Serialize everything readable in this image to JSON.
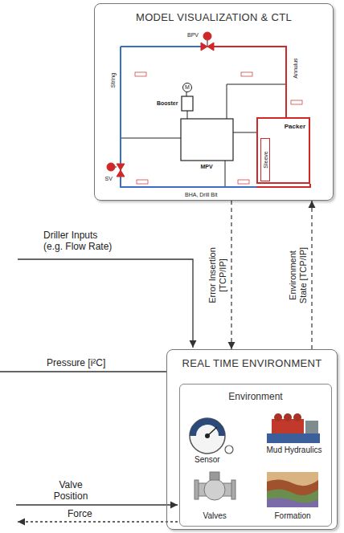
{
  "diagram": {
    "nodes": [
      {
        "text": [
          "MODEL VISUALIZATION & CTL"
        ]
      },
      {
        "text": [
          "M"
        ],
        "in": 0
      },
      {
        "text": [
          "Packer"
        ],
        "in": 0
      },
      {
        "text": [
          "Sleeve"
        ],
        "in": 2
      },
      {
        "text": [
          "REAL TIME ENVIRONMENT"
        ]
      },
      {
        "text": [
          "Environment"
        ],
        "in": 4
      }
    ],
    "edges": [
      {
        "from": 0,
        "to": 4,
        "arrow": "to",
        "label": "Error Insertion [TCP/IP]"
      },
      {
        "from": 4,
        "to": 0,
        "arrow": "to",
        "label": "Environment State [TCP/IP]"
      }
    ],
    "labels": [
      "Driller Inputs (e.g. Flow Rate)",
      "Pressure [i²C]",
      "Valve Position",
      "Force",
      "BPV",
      "Annulus",
      "Booster",
      "String",
      "MPV",
      "SV",
      "BHA, Drill Bit",
      "Sensor",
      "Mud Hydraulics",
      "Valves",
      "Formation"
    ]
  }
}
